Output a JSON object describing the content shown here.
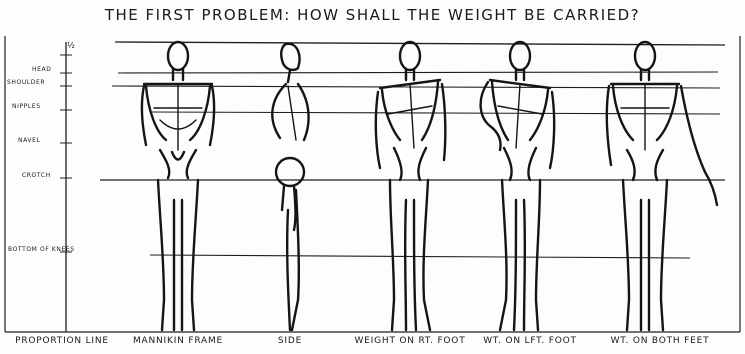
{
  "title": "THE FIRST PROBLEM: HOW SHALL THE WEIGHT BE CARRIED?",
  "scale_mark": "½",
  "levels": {
    "head": "HEAD",
    "shoulder": "SHOULDER",
    "nipples": "NIPPLES",
    "navel": "NAVEL",
    "crotch": "CROTCH",
    "knees": "BOTTOM OF KNEES"
  },
  "captions": {
    "proportion": "PROPORTION LINE",
    "mannikin": "MANNIKIN FRAME",
    "side": "SIDE",
    "weight_rt": "WEIGHT ON RT. FOOT",
    "weight_lft": "WT. ON LFT. FOOT",
    "weight_both": "WT. ON BOTH FEET"
  },
  "colors": {
    "ink": "#151515",
    "paper": "#fdfdfb"
  }
}
